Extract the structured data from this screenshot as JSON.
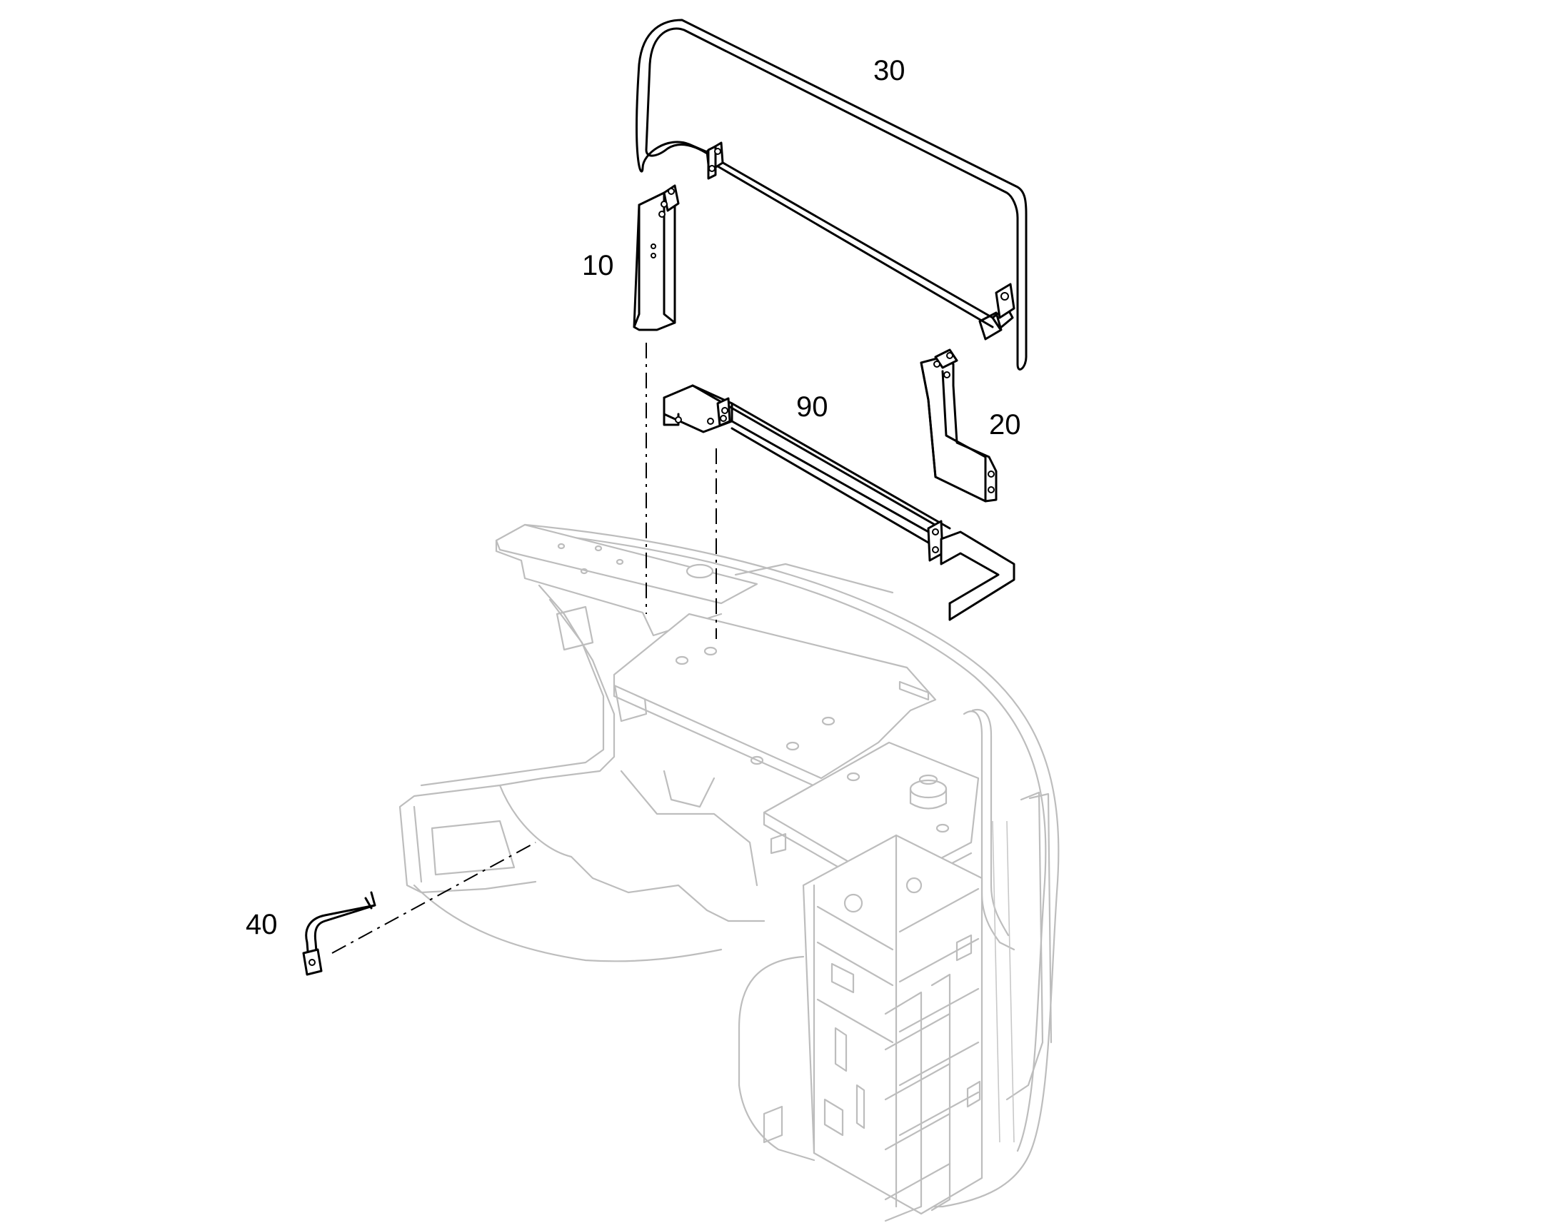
{
  "callouts": {
    "part_30": "30",
    "part_10": "10",
    "part_90": "90",
    "part_20": "20",
    "part_40": "40"
  },
  "colors": {
    "part_stroke": "#000000",
    "ghost_stroke": "#bdbdbd",
    "background": "#ffffff"
  }
}
